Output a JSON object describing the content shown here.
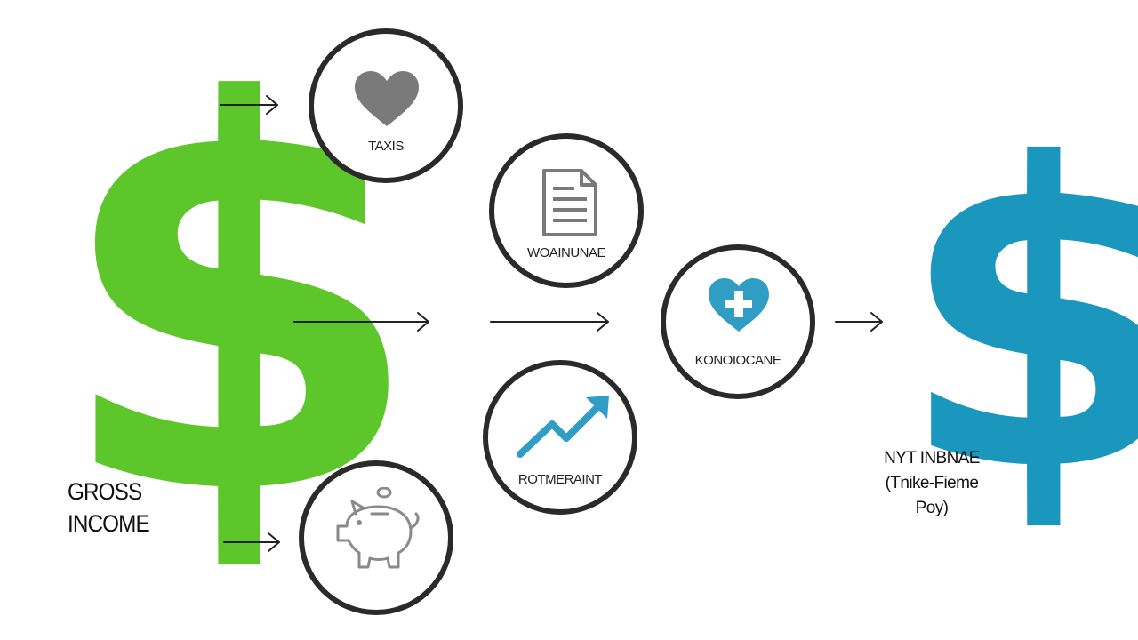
{
  "gross": {
    "label_line1": "GROSS",
    "label_line2": "INCOME",
    "color": "#5cc62a",
    "symbol": "$"
  },
  "net": {
    "label_line1": "NYT INBNAE",
    "label_line2": "(Tnike-Fieme Poy)",
    "color": "#1b97bd",
    "symbol": "$"
  },
  "deductions": [
    {
      "label": "TAXIS",
      "icon": "heart-icon",
      "color": "#7a7a7a"
    },
    {
      "label": "WOAINUNAE",
      "icon": "document-icon",
      "color": "#7a7a7a"
    },
    {
      "label": "KONOIOCANE",
      "icon": "health-heart-plus-icon",
      "color": "#2f9dc4"
    },
    {
      "label": "ROTMERAINT",
      "icon": "trend-up-icon",
      "color": "#2f9dc4"
    },
    {
      "label": "",
      "icon": "piggy-bank-icon",
      "color": "#8a8a8a"
    }
  ]
}
